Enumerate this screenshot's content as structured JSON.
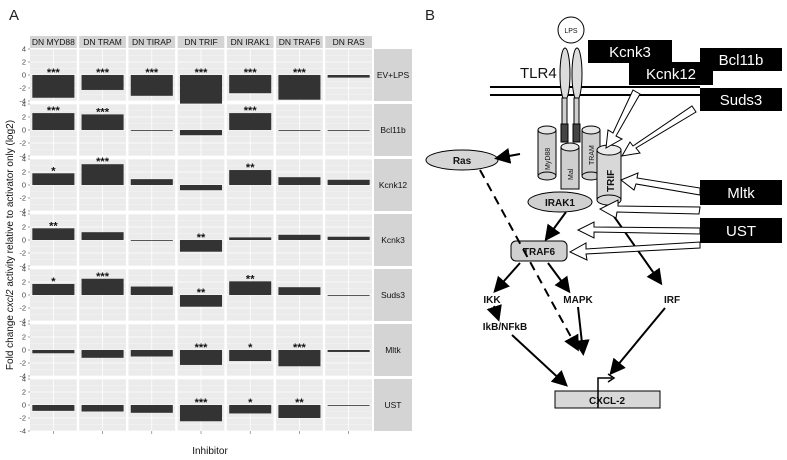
{
  "panel_a": {
    "label": "A",
    "ylabel_pre": "Fold change ",
    "ylabel_gene": "cxcl2",
    "ylabel_post": " activity relative to activator only (log2)",
    "xlabel": "Inhibitor"
  },
  "panel_b": {
    "label": "B",
    "receptor": "TLR4",
    "ligand": "LPS",
    "inhibitor_boxes": [
      "Kcnk3",
      "Kcnk12",
      "Bcl11b",
      "Suds3",
      "Mltk",
      "UST"
    ],
    "nodes": {
      "myd88": "MyD88",
      "mal": "Mal",
      "tram": "TRAM",
      "trif": "TRIF",
      "irak1": "IRAK1",
      "ras": "Ras",
      "traf6": "TRAF6",
      "ikk": "IKK",
      "mapk": "MAPK",
      "irf": "IRF",
      "ikb": "IkB/NFkB",
      "cxcl2": "CXCL-2"
    }
  },
  "chart_data": {
    "type": "bar",
    "facet_columns": [
      "DN MYD88",
      "DN TRAM",
      "DN TIRAP",
      "DN TRIF",
      "DN IRAK1",
      "DN TRAF6",
      "DN RAS"
    ],
    "facet_rows": [
      "EV+LPS",
      "Bcl11b",
      "Kcnk12",
      "Kcnk3",
      "Suds3",
      "Mltk",
      "UST"
    ],
    "ylim": [
      -4,
      4
    ],
    "yticks": [
      -4,
      -2,
      0,
      2,
      4
    ],
    "xlabel": "Inhibitor",
    "ylabel": "Fold change cxcl2 activity relative to activator only (log2)",
    "values": [
      [
        -3.5,
        -2.3,
        -3.2,
        -4.6,
        -2.8,
        -3.8,
        -0.4
      ],
      [
        2.6,
        2.4,
        0.0,
        -0.8,
        2.6,
        0.0,
        0.0
      ],
      [
        1.8,
        3.2,
        0.9,
        -0.8,
        2.3,
        1.2,
        0.8
      ],
      [
        1.8,
        1.2,
        0.0,
        -1.8,
        0.4,
        0.8,
        0.5
      ],
      [
        1.7,
        2.5,
        1.3,
        -1.8,
        2.1,
        1.2,
        0.0
      ],
      [
        -0.5,
        -1.2,
        -1.0,
        -2.3,
        -1.7,
        -2.5,
        -0.3
      ],
      [
        -0.9,
        -1.0,
        -1.2,
        -2.5,
        -1.3,
        -2.0,
        0.0
      ]
    ],
    "significance": [
      [
        "***",
        "***",
        "***",
        "***",
        "***",
        "***",
        ""
      ],
      [
        "***",
        "***",
        "",
        "",
        "***",
        "",
        ""
      ],
      [
        "*",
        "***",
        "",
        "",
        "**",
        "",
        ""
      ],
      [
        "**",
        "",
        "",
        "**",
        "",
        "",
        ""
      ],
      [
        "*",
        "***",
        "",
        "**",
        "**",
        "",
        ""
      ],
      [
        "",
        "",
        "",
        "***",
        "*",
        "***",
        ""
      ],
      [
        "",
        "",
        "",
        "***",
        "*",
        "**",
        ""
      ]
    ],
    "grid": true,
    "bar_color": "#333333",
    "panel_background": "#ebebeb",
    "strip_background": "#d4d4d4"
  },
  "colors": {
    "inhibitor_box": "#000000",
    "node_fill": "#d0d0d0",
    "arrow": "#000000"
  }
}
